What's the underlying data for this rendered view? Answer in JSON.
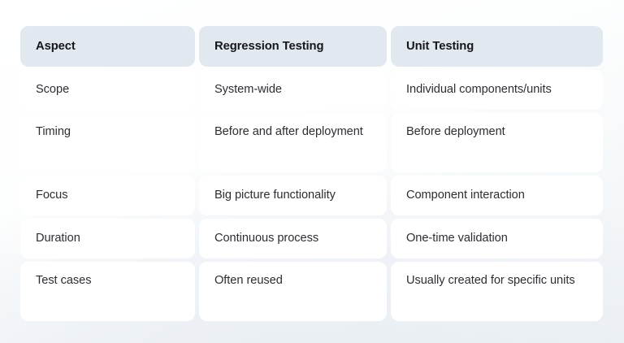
{
  "page": {
    "background_top": "#ffffff",
    "background_bottom": "#eef2f6",
    "header_cell_color": "#e2e8f0",
    "body_cell_color": "#ffffff",
    "header_text_color": "#16161d",
    "body_text_color": "#2d2d33"
  },
  "table": {
    "columns": [
      "Aspect",
      "Regression Testing",
      "Unit Testing"
    ],
    "rows": [
      {
        "aspect": "Scope",
        "regression_testing": "System-wide",
        "unit_testing": "Individual components/units"
      },
      {
        "aspect": "Timing",
        "regression_testing": "Before and after deployment",
        "unit_testing": "Before deployment"
      },
      {
        "aspect": "Focus",
        "regression_testing": "Big picture functionality",
        "unit_testing": "Component interaction"
      },
      {
        "aspect": "Duration",
        "regression_testing": "Continuous process",
        "unit_testing": "One-time validation"
      },
      {
        "aspect": "Test cases",
        "regression_testing": "Often reused",
        "unit_testing": "Usually created for specific units"
      }
    ]
  }
}
